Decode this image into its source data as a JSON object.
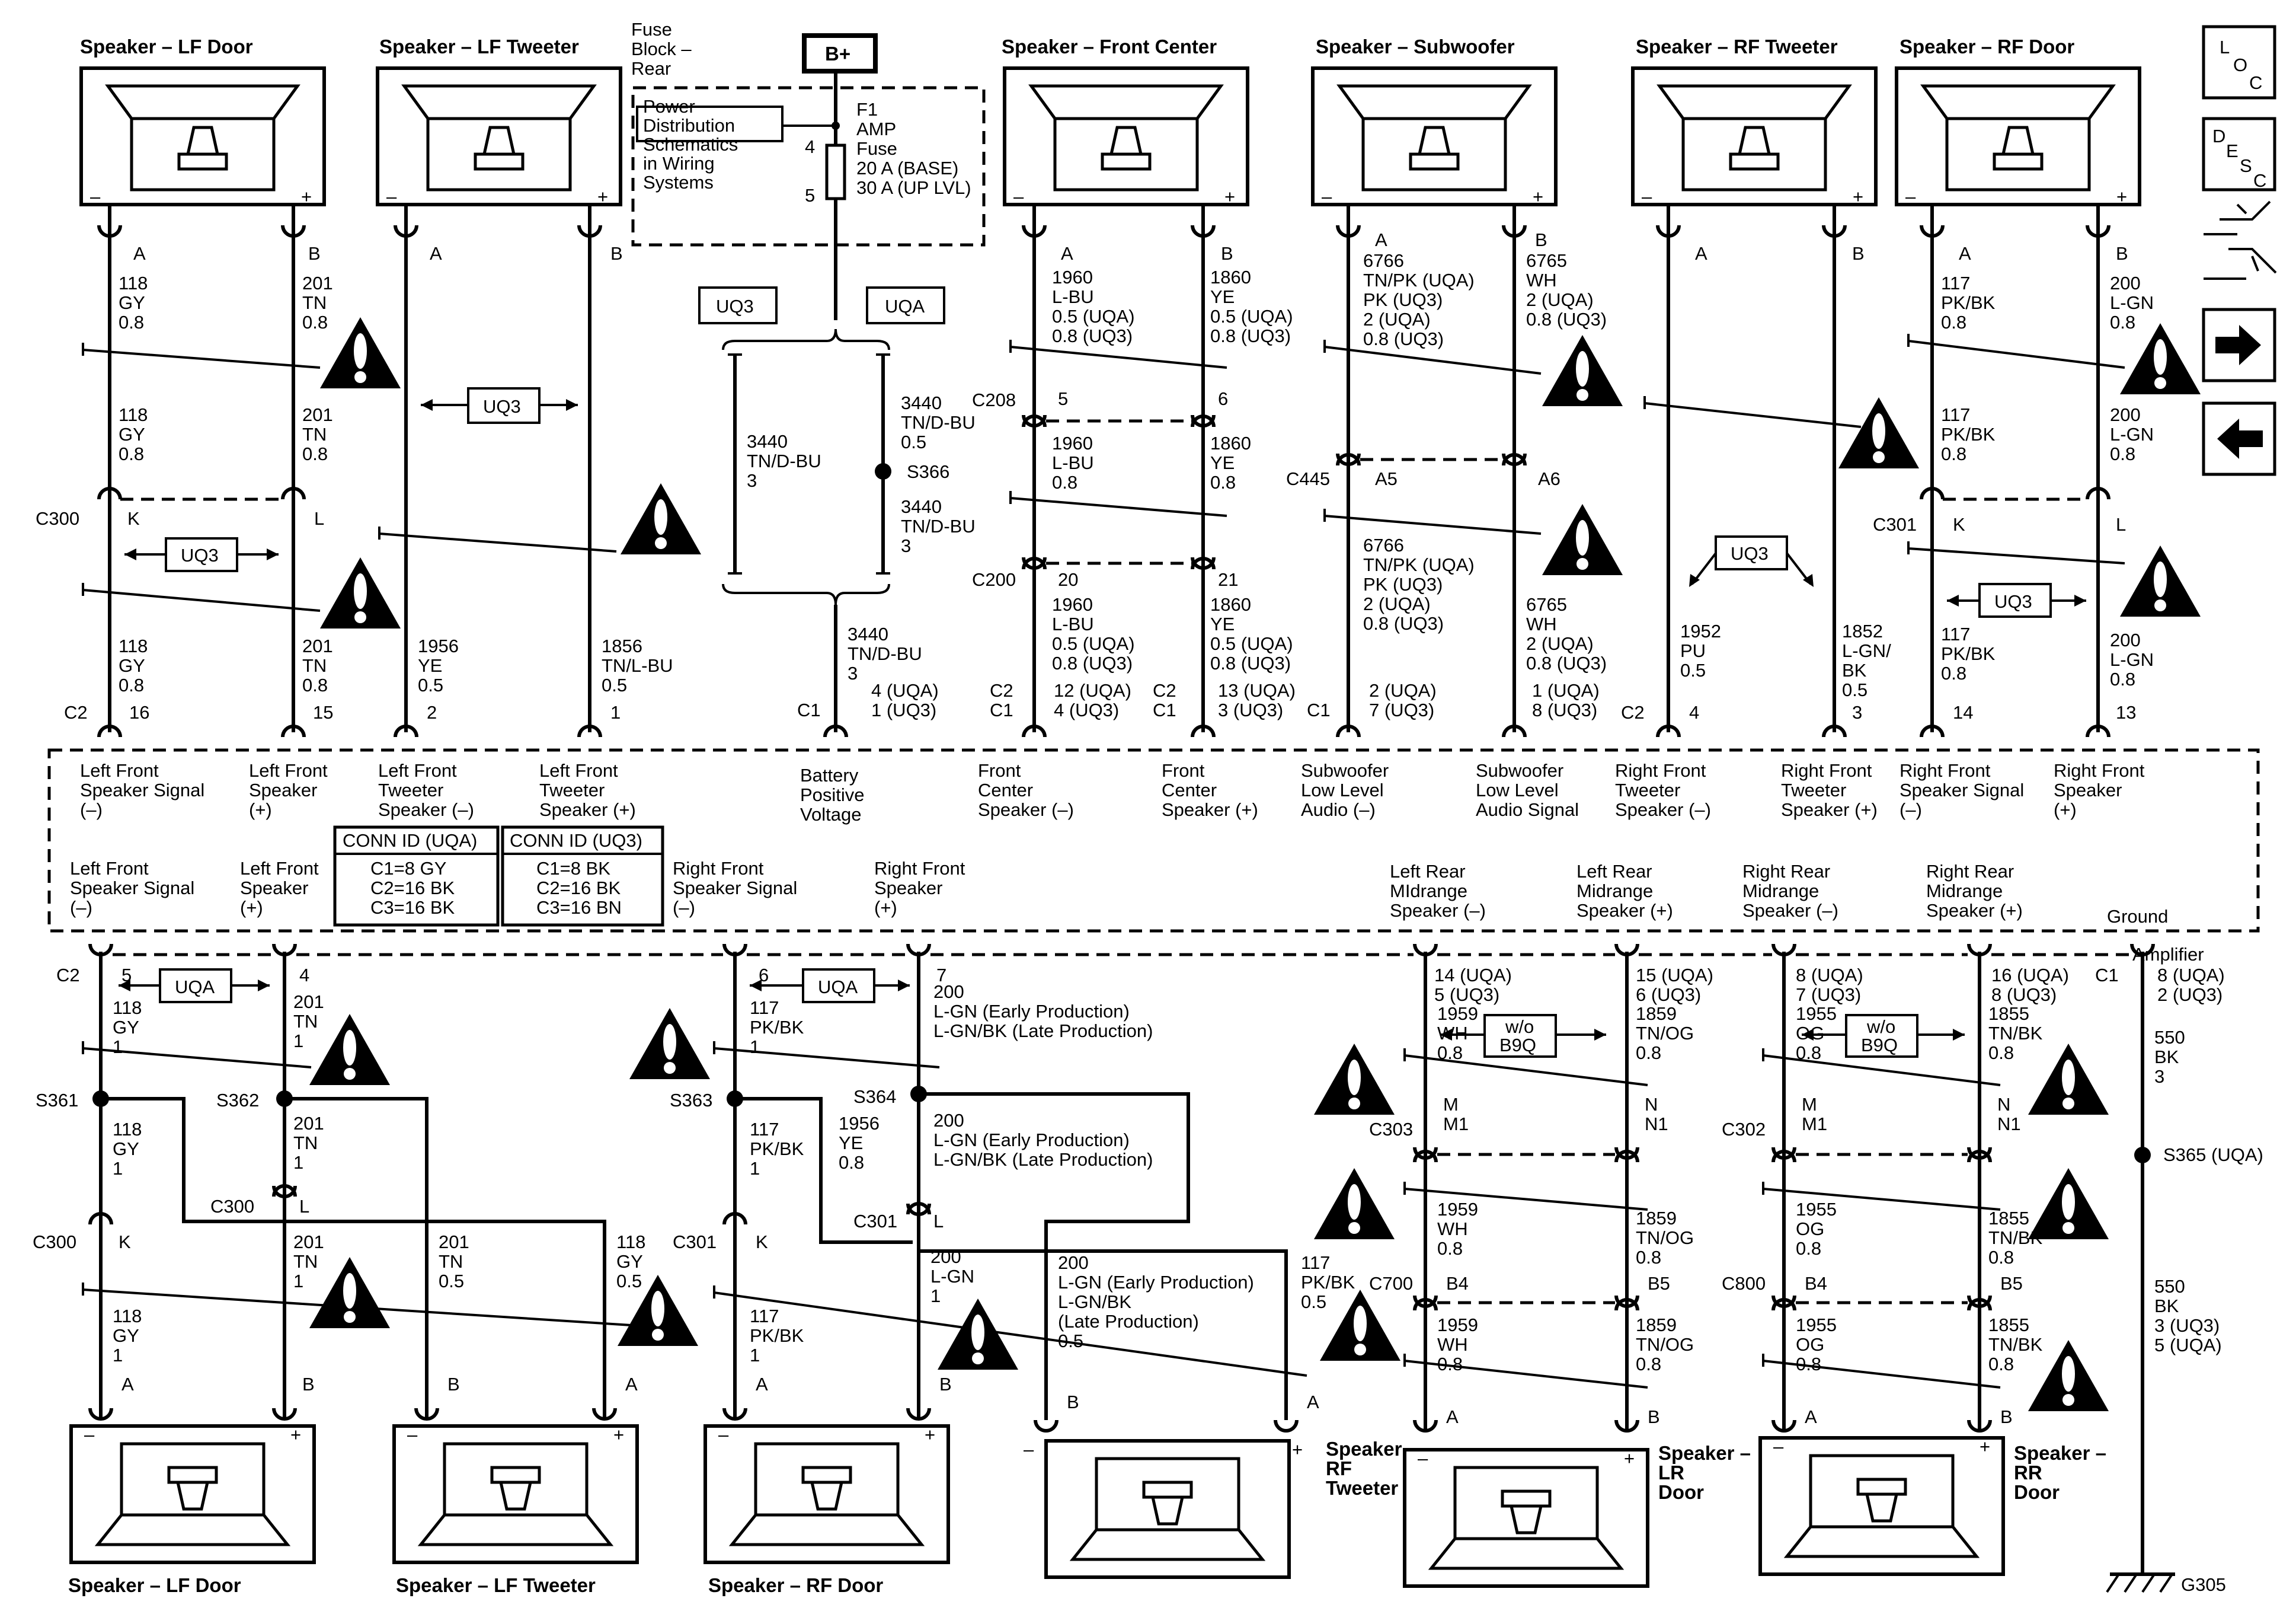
{
  "speakers_top": {
    "lf_door": "Speaker – LF Door",
    "lf_tweeter": "Speaker – LF Tweeter",
    "front_center": "Speaker – Front Center",
    "subwoofer": "Speaker – Subwoofer",
    "rf_tweeter": "Speaker – RF Tweeter",
    "rf_door": "Speaker – RF Door"
  },
  "speakers_bottom": {
    "lf_door": "Speaker – LF Door",
    "lf_tweeter": "Speaker – LF Tweeter",
    "rf_door": "Speaker – RF Door",
    "rf_tweeter": [
      "Speaker –",
      "RF",
      "Tweeter"
    ],
    "lr_door": [
      "Speaker –",
      "LR",
      "Door"
    ],
    "rr_door": [
      "Speaker –",
      "RR",
      "Door"
    ]
  },
  "fuse": {
    "block": [
      "Fuse",
      "Block –",
      "Rear"
    ],
    "bplus": "B+",
    "power_dist": [
      "Power",
      "Distribution",
      "Schematics",
      "in Wiring",
      "Systems"
    ],
    "pin_top": "4",
    "pin_bottom": "5",
    "desc": [
      "F1",
      "AMP",
      "Fuse",
      "20 A (BASE)",
      "30 A (UP LVL)"
    ]
  },
  "nav_buttons": {
    "loc": [
      "L",
      "O",
      "C"
    ],
    "desc": [
      "D",
      "E",
      "S",
      "C"
    ]
  },
  "options": {
    "uq3": "UQ3",
    "uqa": "UQA",
    "wo_b9q": [
      "w/o",
      "B9Q"
    ]
  },
  "wires_top": {
    "lf_door_a": [
      "118",
      "GY",
      "0.8"
    ],
    "lf_door_b": [
      "201",
      "TN",
      "0.8"
    ],
    "lf_door_a_mid": [
      "118",
      "GY",
      "0.8"
    ],
    "lf_door_b_mid": [
      "201",
      "TN",
      "0.8"
    ],
    "lf_door_a_low": [
      "118",
      "GY",
      "0.8"
    ],
    "lf_door_b_low": [
      "201",
      "TN",
      "0.8"
    ],
    "lf_tw_a": [
      "1956",
      "YE",
      "0.5"
    ],
    "lf_tw_b": [
      "1856",
      "TN/L-BU",
      "0.5"
    ],
    "fc_a": [
      "1960",
      "L-BU",
      "0.5 (UQA)",
      "0.8 (UQ3)"
    ],
    "fc_b": [
      "1860",
      "YE",
      "0.5 (UQA)",
      "0.8 (UQ3)"
    ],
    "fc_a_mid": [
      "1960",
      "L-BU",
      "0.8"
    ],
    "fc_b_mid": [
      "1860",
      "YE",
      "0.8"
    ],
    "fc_a_low": [
      "1960",
      "L-BU",
      "0.5 (UQA)",
      "0.8 (UQ3)"
    ],
    "fc_b_low": [
      "1860",
      "YE",
      "0.5 (UQA)",
      "0.8 (UQ3)"
    ],
    "sub_a": [
      "6766",
      "TN/PK (UQA)",
      "PK (UQ3)",
      "2 (UQA)",
      "0.8 (UQ3)"
    ],
    "sub_b": [
      "6765",
      "WH",
      "2 (UQA)",
      "0.8 (UQ3)"
    ],
    "sub_a_low": [
      "6766",
      "TN/PK (UQA)",
      "PK (UQ3)",
      "2 (UQA)",
      "0.8 (UQ3)"
    ],
    "sub_b_low": [
      "6765",
      "WH",
      "2 (UQA)",
      "0.8 (UQ3)"
    ],
    "rft_a": [
      "1952",
      "PU",
      "0.5"
    ],
    "rft_b": [
      "1852",
      "L-GN/",
      "BK",
      "0.5"
    ],
    "rfd_a": [
      "117",
      "PK/BK",
      "0.8"
    ],
    "rfd_b": [
      "200",
      "L-GN",
      "0.8"
    ],
    "rfd_a_mid": [
      "117",
      "PK/BK",
      "0.8"
    ],
    "rfd_b_mid": [
      "200",
      "L-GN",
      "0.8"
    ],
    "rfd_a_low": [
      "117",
      "PK/BK",
      "0.8"
    ],
    "rfd_b_low": [
      "200",
      "L-GN",
      "0.8"
    ],
    "batt_a": [
      "3440",
      "TN/D-BU",
      "3"
    ],
    "batt_b_top": [
      "3440",
      "TN/D-BU",
      "0.5"
    ],
    "batt_b_low": [
      "3440",
      "TN/D-BU",
      "3"
    ],
    "batt_low": [
      "3440",
      "TN/D-BU",
      "3"
    ]
  },
  "pins_top": {
    "a": "A",
    "b": "B",
    "k": "K",
    "l": "L",
    "c300": "C300",
    "c301": "C301",
    "c208": "C208",
    "c200": "C200",
    "c445": "C445",
    "s366": "S366",
    "p5": "5",
    "p6": "6",
    "p20": "20",
    "p21": "21",
    "a5": "A5",
    "a6": "A6",
    "c2": "C2",
    "c1": "C1",
    "p16": "16",
    "p15": "15",
    "p2": "2",
    "p1": "1",
    "batt_pins": [
      "4 (UQA)",
      "1 (UQ3)"
    ],
    "fc_a_pins": [
      "12 (UQA)",
      "4 (UQ3)"
    ],
    "fc_b_pins": [
      "13 (UQA)",
      "3 (UQ3)"
    ],
    "sub_a_pins": [
      "2 (UQA)",
      "7 (UQ3)"
    ],
    "sub_b_pins": [
      "1 (UQA)",
      "8 (UQ3)"
    ],
    "p4": "4",
    "p3": "3",
    "p14": "14",
    "p13": "13"
  },
  "amp_top_labels": {
    "lf_sig": [
      "Left Front",
      "Speaker Signal",
      "(–)"
    ],
    "lf_spk": [
      "Left Front",
      "Speaker",
      "(+)"
    ],
    "lf_tw_neg": [
      "Left Front",
      "Tweeter",
      "Speaker (–)"
    ],
    "lf_tw_pos": [
      "Left Front",
      "Tweeter",
      "Speaker (+)"
    ],
    "batt": [
      "Battery",
      "Positive",
      "Voltage"
    ],
    "fc_neg": [
      "Front",
      "Center",
      "Speaker (–)"
    ],
    "fc_pos": [
      "Front",
      "Center",
      "Speaker (+)"
    ],
    "sub_neg": [
      "Subwoofer",
      "Low Level",
      "Audio (–)"
    ],
    "sub_pos": [
      "Subwoofer",
      "Low Level",
      "Audio Signal"
    ],
    "rf_tw_neg": [
      "Right Front",
      "Tweeter",
      "Speaker (–)"
    ],
    "rf_tw_pos": [
      "Right Front",
      "Tweeter",
      "Speaker (+)"
    ],
    "rf_sig": [
      "Right Front",
      "Speaker Signal",
      "(–)"
    ],
    "rf_spk": [
      "Right Front",
      "Speaker",
      "(+)"
    ]
  },
  "amp_bottom_labels": {
    "lf_sig": [
      "Left Front",
      "Speaker Signal",
      "(–)"
    ],
    "lf_spk": [
      "Left Front",
      "Speaker",
      "(+)"
    ],
    "rf_sig": [
      "Right Front",
      "Speaker Signal",
      "(–)"
    ],
    "rf_spk": [
      "Right Front",
      "Speaker",
      "(+)"
    ],
    "lr_neg": [
      "Left Rear",
      "MIdrange",
      "Speaker (–)"
    ],
    "lr_pos": [
      "Left Rear",
      "Midrange",
      "Speaker (+)"
    ],
    "rr_neg": [
      "Right Rear",
      "Midrange",
      "Speaker (–)"
    ],
    "rr_pos": [
      "Right Rear",
      "Midrange",
      "Speaker (+)"
    ],
    "ground": "Ground"
  },
  "conn_id": {
    "uqa_title": "CONN ID (UQA)",
    "uqa_rows": [
      "C1=8 GY",
      "C2=16 BK",
      "C3=16 BK"
    ],
    "uq3_title": "CONN ID (UQ3)",
    "uq3_rows": [
      "C1=8 BK",
      "C2=16 BK",
      "C3=16 BN"
    ]
  },
  "bottom": {
    "c2": "C2",
    "c1": "C1",
    "p5": "5",
    "p4": "4",
    "p6": "6",
    "p7": "7",
    "w118a": [
      "118",
      "GY",
      "1"
    ],
    "w201a": [
      "201",
      "TN",
      "1"
    ],
    "w117a": [
      "117",
      "PK/BK",
      "1"
    ],
    "w200a": [
      "200",
      "L-GN (Early Production)",
      "L-GN/BK (Late Production)"
    ],
    "s361": "S361",
    "s362": "S362",
    "s363": "S363",
    "s364": "S364",
    "s365": "S365 (UQA)",
    "w118b": [
      "118",
      "GY",
      "1"
    ],
    "w201b": [
      "201",
      "TN",
      "1"
    ],
    "w117b": [
      "117",
      "PK/BK",
      "1"
    ],
    "w1956": [
      "1956",
      "YE",
      "0.8"
    ],
    "w200b": [
      "200",
      "L-GN (Early Production)",
      "L-GN/BK (Late Production)"
    ],
    "c300": "C300",
    "c301": "C301",
    "k": "K",
    "l": "L",
    "w118c": [
      "118",
      "GY",
      "1"
    ],
    "w201c": [
      "201",
      "TN",
      "1"
    ],
    "w201t": [
      "201",
      "TN",
      "0.5"
    ],
    "w118t": [
      "118",
      "GY",
      "0.5"
    ],
    "w117c": [
      "117",
      "PK/BK",
      "1"
    ],
    "w200c": [
      "200",
      "L-GN",
      "1"
    ],
    "w200d": [
      "200",
      "L-GN (Early Production)",
      "L-GN/BK",
      "(Late Production)",
      "0.5"
    ],
    "w117t": [
      "117",
      "PK/BK",
      "0.5"
    ],
    "lr_pins": [
      "14 (UQA)",
      "5 (UQ3)"
    ],
    "lr_pins_b": [
      "15 (UQA)",
      "6 (UQ3)"
    ],
    "rr_pins": [
      "8 (UQA)",
      "7 (UQ3)"
    ],
    "rr_pins_b": [
      "16 (UQA)",
      "8 (UQ3)"
    ],
    "amp_pins": [
      "8 (UQA)",
      "2 (UQ3)"
    ],
    "amplifier": "Amplifier",
    "w1959": [
      "1959",
      "WH",
      "0.8"
    ],
    "w1859": [
      "1859",
      "TN/OG",
      "0.8"
    ],
    "w1955": [
      "1955",
      "OG",
      "0.8"
    ],
    "w1855": [
      "1855",
      "TN/BK",
      "0.8"
    ],
    "w550a": [
      "550",
      "BK",
      "3"
    ],
    "w550b": [
      "550",
      "BK",
      "3 (UQ3)",
      "5 (UQA)"
    ],
    "c303": "C303",
    "c302": "C302",
    "c700": "C700",
    "c800": "C800",
    "m": "M",
    "m1": "M1",
    "n": "N",
    "n1": "N1",
    "b4": "B4",
    "b5": "B5",
    "g305": "G305",
    "a": "A",
    "b": "B"
  }
}
